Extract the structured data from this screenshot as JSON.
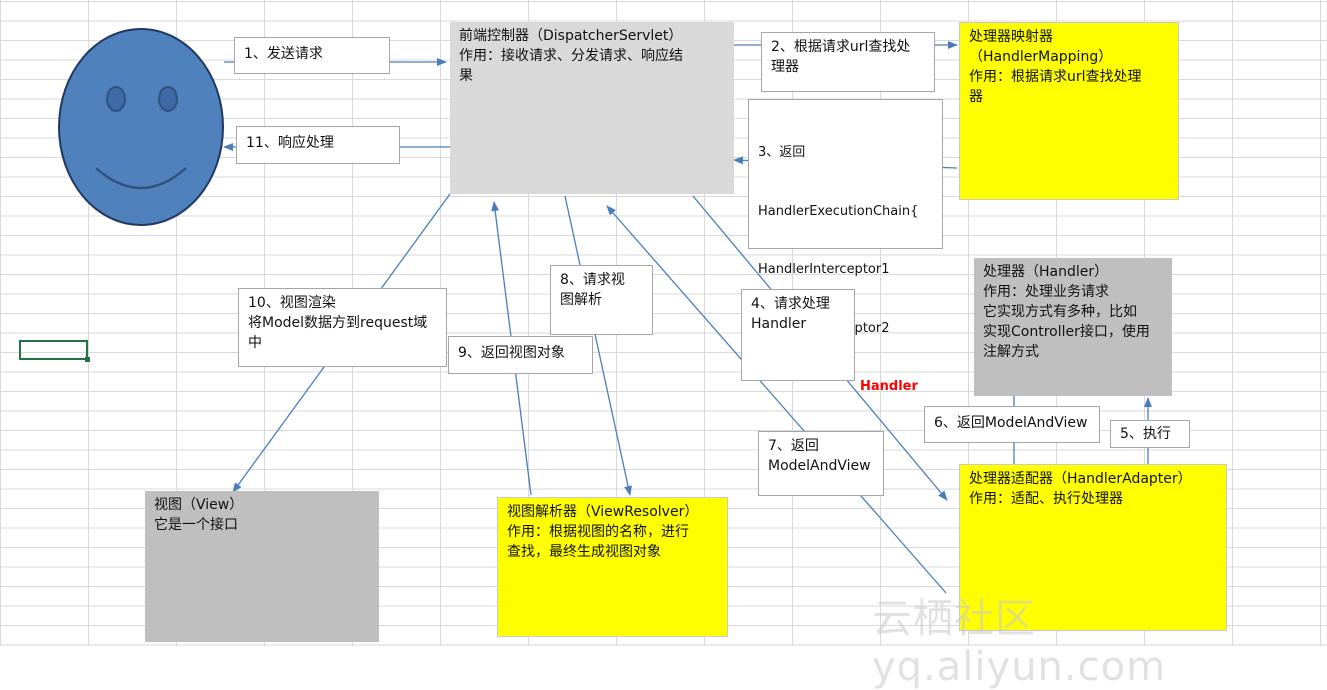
{
  "labels": {
    "send_request": "1、发送请求",
    "find_handler": "2、根据请求url查找处\n理器",
    "return_chain_title": "3、返回",
    "return_chain_lines": [
      "HandlerExecutionChain{",
      "HandlerInterceptor1",
      "HandlerInterceptor2"
    ],
    "return_chain_handler": "Handler",
    "return_chain_close": "}",
    "request_handler": "4、请求处理\nHandler",
    "execute": "5、执行",
    "return_mav_6": "6、返回ModelAndView",
    "return_mav_7": "7、返回\nModelAndView",
    "request_view_resolve": "8、请求视\n图解析",
    "return_view_object": "9、返回视图对象",
    "render_view": "10、视图渲染\n将Model数据方到request域\n中",
    "respond": "11、响应处理"
  },
  "components": {
    "dispatcher": "前端控制器（DispatcherServlet）\n作用：接收请求、分发请求、响应结\n果",
    "handler_mapping": "处理器映射器\n（HandlerMapping）\n作用：根据请求url查找处理\n器",
    "handler": "处理器（Handler）\n作用：处理业务请求\n它实现方式有多种，比如\n实现Controller接口，使用\n注解方式",
    "handler_adapter": "处理器适配器（HandlerAdapter）\n作用：适配、执行处理器",
    "view_resolver": "视图解析器（ViewResolver）\n作用：根据视图的名称，进行\n查找，最终生成视图对象",
    "view": "视图（View）\n它是一个接口"
  },
  "watermark": "云栖社区 yq.aliyun.com",
  "colors": {
    "accent_yellow": "#ffff00",
    "face_blue": "#4f81bd",
    "arrow_blue": "#4a7ebb",
    "handler_red": "#ff0000"
  }
}
